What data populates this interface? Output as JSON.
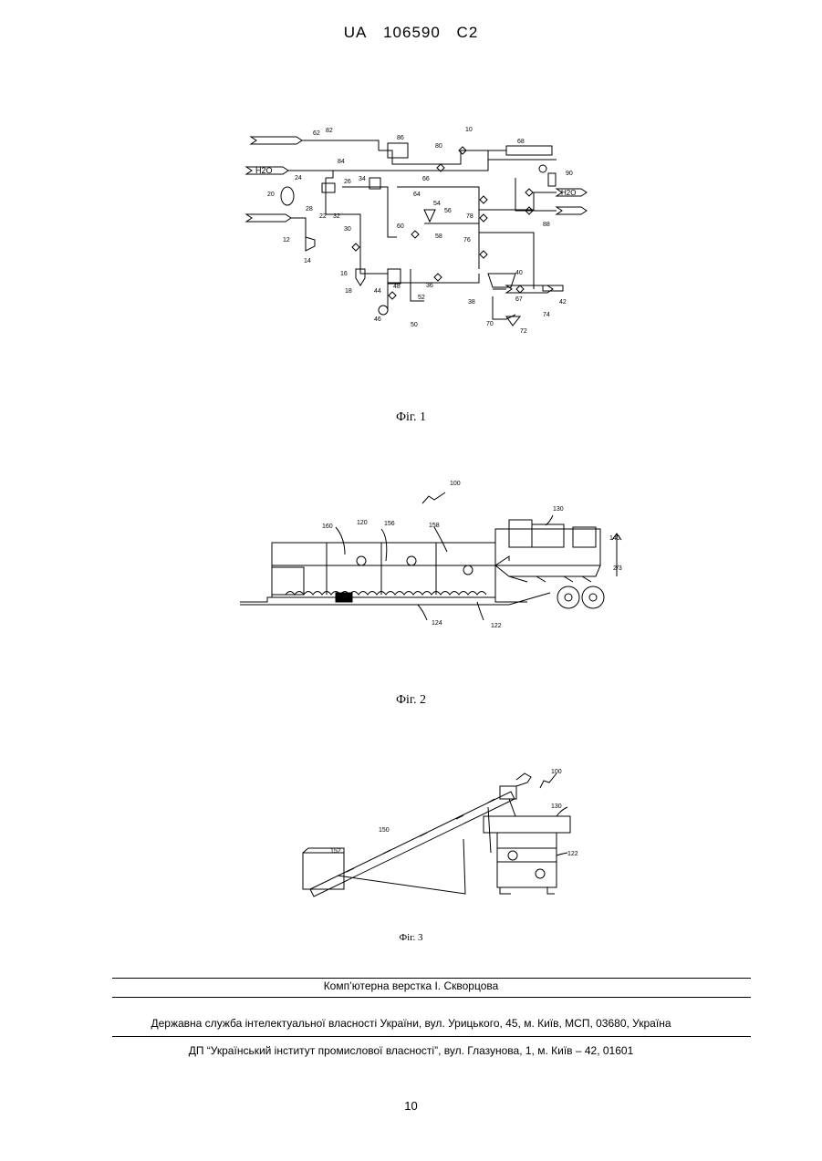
{
  "header": {
    "country": "UA",
    "number": "106590",
    "kind": "C2"
  },
  "figures": [
    {
      "caption": "Фіг. 1",
      "inlets": [
        "H2O",
        "H2O"
      ],
      "labels": [
        "10",
        "12",
        "14",
        "16",
        "18",
        "20",
        "22",
        "24",
        "26",
        "28",
        "30",
        "32",
        "34",
        "36",
        "38",
        "40",
        "42",
        "44",
        "46",
        "48",
        "50",
        "52",
        "54",
        "56",
        "58",
        "60",
        "62",
        "64",
        "66",
        "67",
        "68",
        "70",
        "72",
        "74",
        "76",
        "78",
        "80",
        "82",
        "84",
        "86",
        "88",
        "90"
      ]
    },
    {
      "caption": "Фіг. 2",
      "labels": [
        "100",
        "120",
        "122",
        "124",
        "130",
        "140",
        "156",
        "158",
        "160",
        "2/3"
      ]
    },
    {
      "caption": "Фіг. 3",
      "labels": [
        "100",
        "122",
        "130",
        "150",
        "152"
      ]
    }
  ],
  "footer": {
    "layout": "Комп’ютерна верстка І. Скворцова",
    "service": "Державна служба інтелектуальної власності України, вул. Урицького, 45, м. Київ, МСП, 03680, Україна",
    "institute": "ДП “Український інститут промислової власності”, вул. Глазунова, 1, м. Київ – 42, 01601"
  },
  "page_number": "10"
}
